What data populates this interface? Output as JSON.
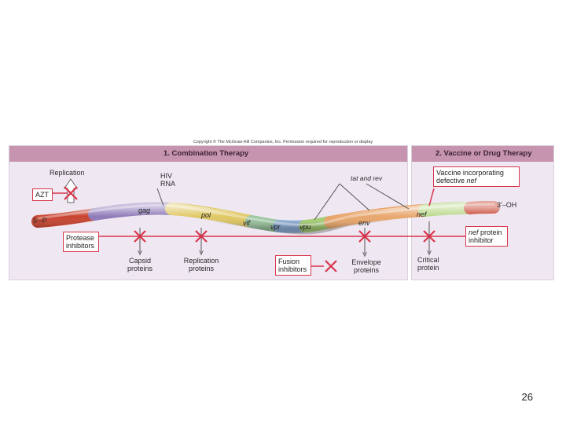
{
  "copyright": "Copyright © The McGraw-Hill Companies, Inc. Permission required for reproduction or display",
  "panel1_title": "1. Combination Therapy",
  "panel2_title": "2. Vaccine or Drug Therapy",
  "labels": {
    "replication": "Replication",
    "hiv_rna_1": "HIV",
    "hiv_rna_2": "RNA",
    "azt": "AZT",
    "five_prime": "5'–P",
    "three_prime": "3'–OH",
    "tat_rev": "tat and rev",
    "protease_1": "Protease",
    "protease_2": "inhibitors",
    "capsid_1": "Capsid",
    "capsid_2": "proteins",
    "repl_prot_1": "Replication",
    "repl_prot_2": "proteins",
    "fusion_1": "Fusion",
    "fusion_2": "inhibitors",
    "envelope_1": "Envelope",
    "envelope_2": "proteins",
    "vaccine_1": "Vaccine incorporating",
    "vaccine_2a": "defective ",
    "vaccine_2b": "nef",
    "nefinh_1a": "nef",
    "nefinh_1b": " protein",
    "nefinh_2": "inhibitor",
    "critical_1": "Critical",
    "critical_2": "protein"
  },
  "genes": [
    "gag",
    "pol",
    "vif",
    "vpr",
    "vpu",
    "env",
    "nef"
  ],
  "page_number": "26"
}
